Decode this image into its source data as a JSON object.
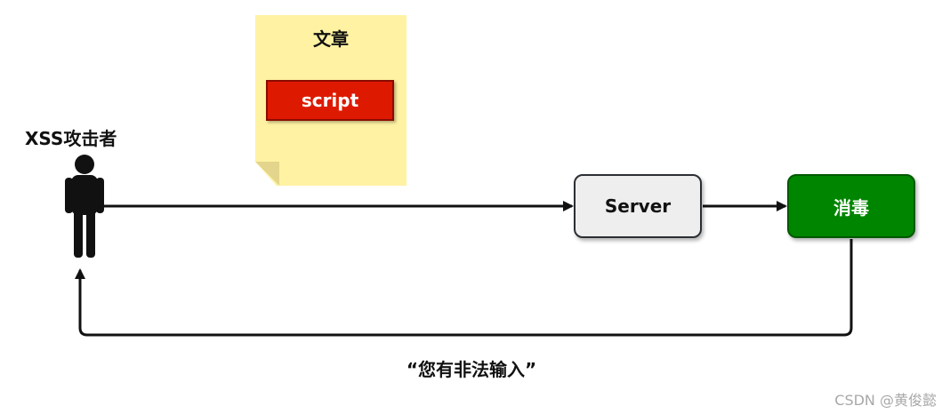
{
  "attacker": {
    "label": "XSS攻击者"
  },
  "article": {
    "title": "文章",
    "script_label": "script"
  },
  "server": {
    "label": "Server"
  },
  "sanitize": {
    "label": "消毒"
  },
  "feedback": {
    "label": "“您有非法输入”"
  },
  "watermark": {
    "text": "CSDN @黄俊懿"
  },
  "colors": {
    "article_bg": "#fff2a3",
    "script_red": "#dd1a00",
    "server_bg": "#eeeeee",
    "sanitize_green": "#008500",
    "line": "#111111"
  }
}
